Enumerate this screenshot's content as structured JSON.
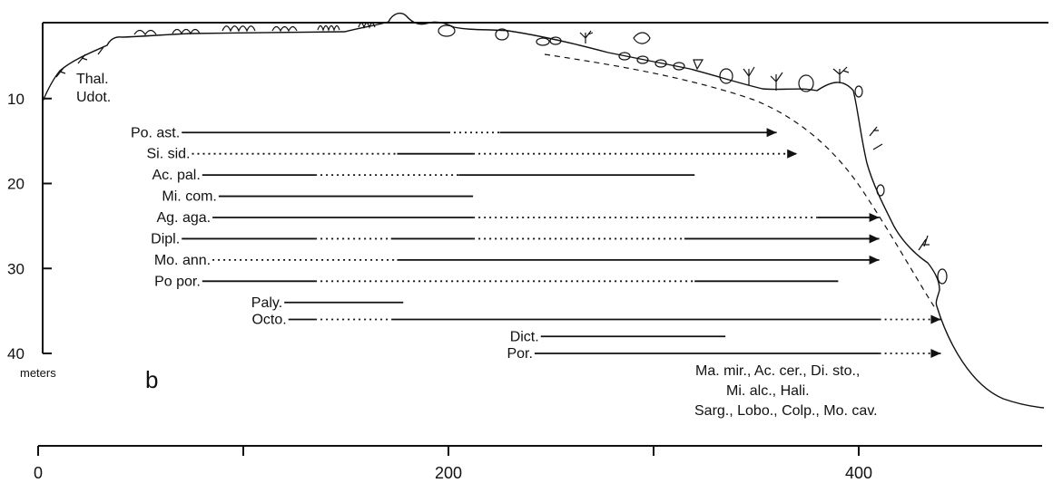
{
  "panel_label": "b",
  "depth_axis": {
    "unit_label": "meters",
    "ticks": [
      10,
      20,
      30,
      40
    ],
    "range": [
      0,
      40
    ]
  },
  "distance_axis": {
    "ticks": [
      0,
      200,
      400
    ],
    "minor_ticks": [
      100,
      300,
      500
    ],
    "range": [
      0,
      500
    ]
  },
  "zone_labels": [
    "Thal.",
    "Udot."
  ],
  "taxa": [
    {
      "label": "Po. ast.",
      "depth": 14,
      "segments": [
        [
          70,
          200,
          "solid"
        ],
        [
          200,
          225,
          "dotted"
        ],
        [
          225,
          360,
          "solid"
        ]
      ],
      "arrow": true
    },
    {
      "label": "Si. sid.",
      "depth": 16.5,
      "segments": [
        [
          75,
          175,
          "dotted"
        ],
        [
          175,
          212,
          "solid"
        ],
        [
          212,
          370,
          "dotted"
        ]
      ],
      "arrow": true
    },
    {
      "label": "Ac. pal.",
      "depth": 19,
      "segments": [
        [
          80,
          135,
          "solid"
        ],
        [
          135,
          205,
          "dotted"
        ],
        [
          205,
          320,
          "solid"
        ]
      ],
      "arrow": false
    },
    {
      "label": "Mi. com.",
      "depth": 21.5,
      "segments": [
        [
          88,
          212,
          "solid"
        ]
      ],
      "arrow": false
    },
    {
      "label": "Ag. aga.",
      "depth": 24,
      "segments": [
        [
          85,
          212,
          "solid"
        ],
        [
          212,
          380,
          "dotted"
        ],
        [
          380,
          410,
          "solid"
        ]
      ],
      "arrow": true
    },
    {
      "label": "Dipl.",
      "depth": 26.5,
      "segments": [
        [
          70,
          135,
          "solid"
        ],
        [
          135,
          172,
          "dotted"
        ],
        [
          172,
          212,
          "solid"
        ],
        [
          212,
          315,
          "dotted"
        ],
        [
          315,
          410,
          "solid"
        ]
      ],
      "arrow": true
    },
    {
      "label": "Mo. ann.",
      "depth": 29,
      "segments": [
        [
          85,
          175,
          "dotted"
        ],
        [
          175,
          410,
          "solid"
        ]
      ],
      "arrow": true
    },
    {
      "label": "Po  por.",
      "depth": 31.5,
      "segments": [
        [
          80,
          135,
          "solid"
        ],
        [
          135,
          320,
          "dotted"
        ],
        [
          320,
          390,
          "solid"
        ]
      ],
      "arrow": false
    },
    {
      "label": "Paly.",
      "depth": 34,
      "segments": [
        [
          120,
          178,
          "solid"
        ]
      ],
      "arrow": false
    },
    {
      "label": "Octo.",
      "depth": 36,
      "segments": [
        [
          122,
          135,
          "solid"
        ],
        [
          135,
          173,
          "dotted"
        ],
        [
          173,
          410,
          "solid"
        ],
        [
          410,
          440,
          "dotted"
        ]
      ],
      "arrow": true
    },
    {
      "label": "Dict.",
      "depth": 38,
      "segments": [
        [
          245,
          335,
          "solid"
        ]
      ],
      "arrow": false
    },
    {
      "label": "Por.",
      "depth": 40,
      "segments": [
        [
          242,
          410,
          "solid"
        ],
        [
          410,
          440,
          "dotted"
        ]
      ],
      "arrow": true
    }
  ],
  "deep_taxa_note": [
    "Ma. mir.,  Ac. cer.,  Di. sto.,",
    "Mi. alc.,  Hali.",
    "Sarg.,  Lobo.,  Colp.,  Mo. cav."
  ]
}
